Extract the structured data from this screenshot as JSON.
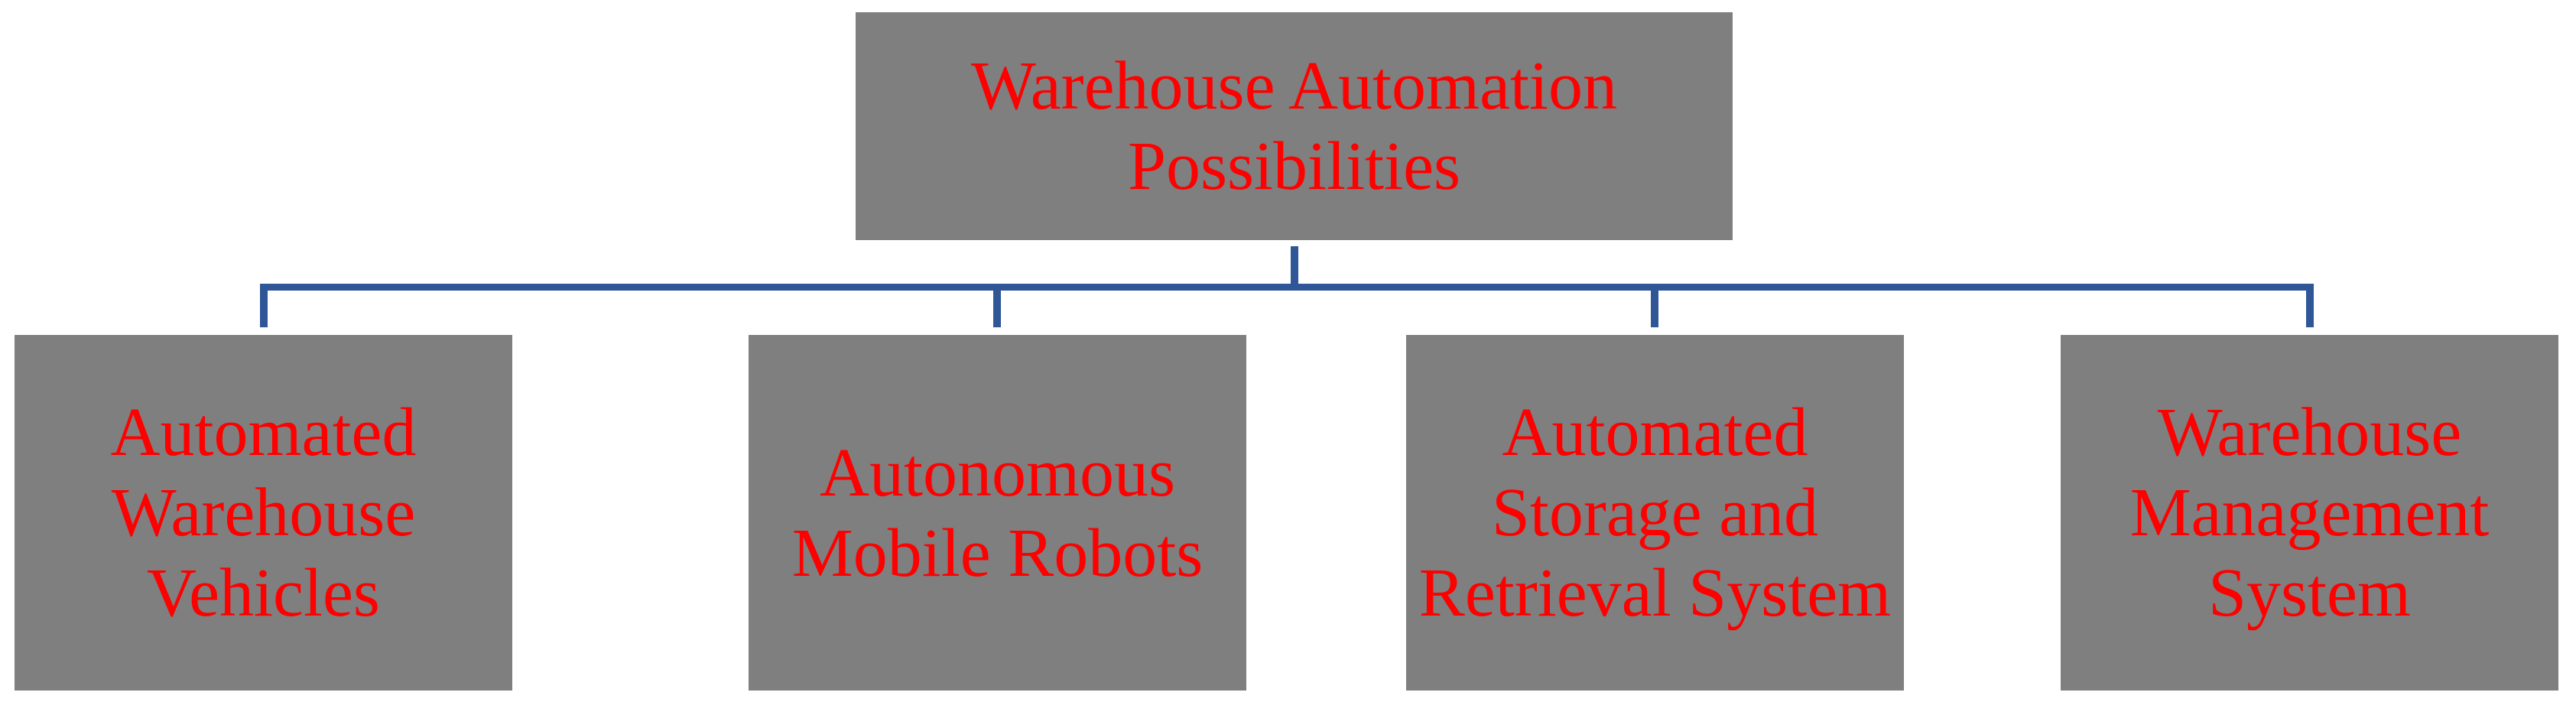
{
  "diagram": {
    "title": "Warehouse Automation Possibilities",
    "type": "org-chart",
    "colors": {
      "box_fill": "#7F7F7F",
      "text": "#FF0000",
      "connector": "#2F5697",
      "background": "#FFFFFF"
    },
    "nodes": {
      "root": {
        "label": "Warehouse Automation Possibilities",
        "lines": [
          "Warehouse Automation",
          "Possibilities"
        ]
      },
      "child1": {
        "label": "Automated Warehouse Vehicles",
        "lines": [
          "Automated",
          "Warehouse",
          "Vehicles"
        ]
      },
      "child2": {
        "label": "Autonomous Mobile Robots",
        "lines": [
          "Autonomous",
          "Mobile Robots"
        ]
      },
      "child3": {
        "label": "Automated Storage and Retrieval System",
        "lines": [
          "Automated",
          "Storage and",
          "Retrieval System"
        ]
      },
      "child4": {
        "label": "Warehouse Management System",
        "lines": [
          "Warehouse",
          "Management",
          "System"
        ]
      }
    }
  }
}
